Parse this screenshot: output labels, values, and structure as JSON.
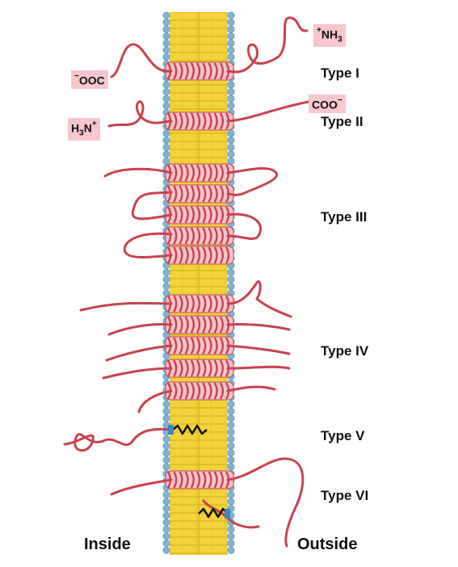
{
  "colors": {
    "protein": "#c9424f",
    "protein_light": "#f6c5c9",
    "lipid_tail": "#f2d33c",
    "lipid_tail_dark": "#d9b21d",
    "lipid_head": "#7fb2d4",
    "label_bg": "#f7c6cf"
  },
  "labels": {
    "type1": "Type I",
    "type2": "Type II",
    "type3": "Type III",
    "type4": "Type IV",
    "type5": "Type V",
    "type6": "Type VI",
    "inside": "Inside",
    "outside": "Outside"
  },
  "termini": {
    "t1_c": {
      "charge": "−",
      "text": "OOC"
    },
    "t1_n": {
      "charge": "+",
      "main": "NH",
      "sub": "3"
    },
    "t2_n": {
      "charge": "+",
      "main": "H",
      "sub": "3",
      "tail": "N"
    },
    "t2_c": {
      "text": "COO",
      "charge": "−"
    }
  }
}
